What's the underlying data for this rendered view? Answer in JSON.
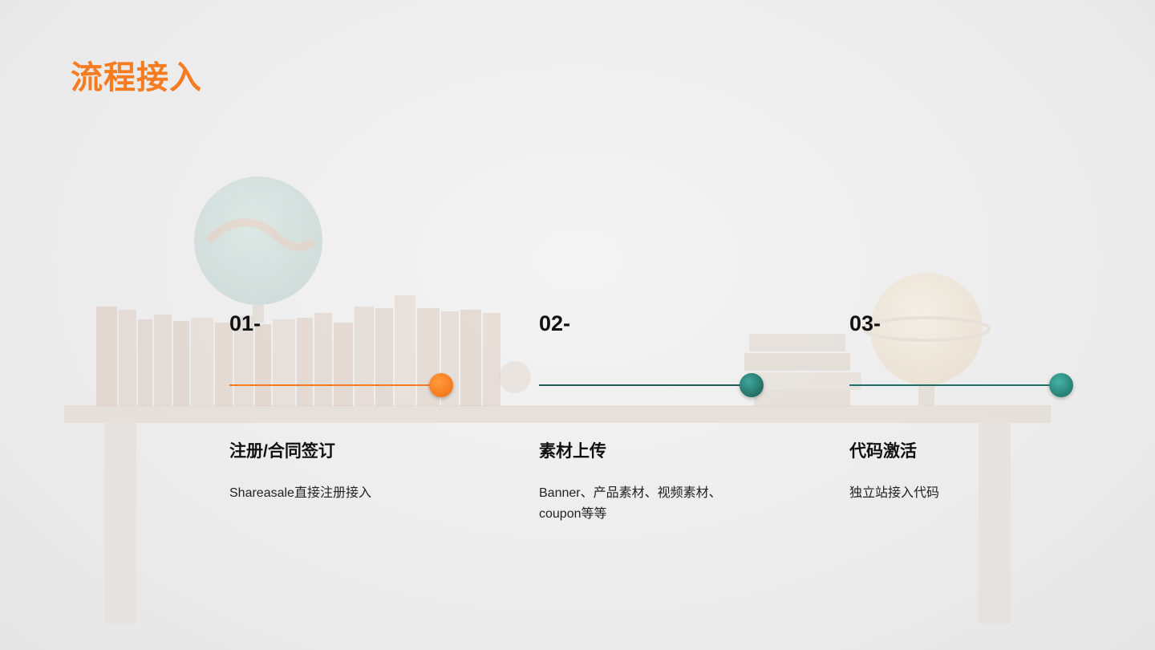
{
  "title": "流程接入",
  "colors": {
    "accent_orange": "#f57c20",
    "accent_teal": "#1f6f66",
    "text_dark": "#111111"
  },
  "steps": [
    {
      "number": "01-",
      "title": "注册/合同签订",
      "description": "Shareasale直接注册接入",
      "color": "#f57c20"
    },
    {
      "number": "02-",
      "title": "素材上传",
      "description": "Banner、产品素材、视频素材、coupon等等",
      "color": "#1f6f66"
    },
    {
      "number": "03-",
      "title": "代码激活",
      "description": "独立站接入代码",
      "color": "#1f6f66"
    }
  ]
}
